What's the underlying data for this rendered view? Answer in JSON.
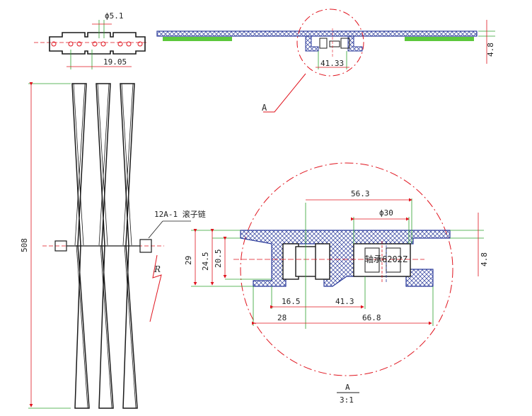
{
  "top_left_view": {
    "dia_label": "ϕ5.1",
    "pitch_label": "19.05"
  },
  "top_right_view": {
    "width_label": "41.33",
    "thickness_label": "4.8",
    "detail_callout": "A"
  },
  "side_view": {
    "length_label": "508",
    "chain_label": "12A-1 滚子链",
    "radius_label": "R"
  },
  "detail_view": {
    "dim_56_3": "56.3",
    "dim_phi30": "ϕ30",
    "dim_29": "29",
    "dim_24_5": "24.5",
    "dim_20_5": "20.5",
    "dim_4_8": "4.8",
    "bearing_label": "轴承6202Z",
    "dim_16_5": "16.5",
    "dim_41_3": "41.3",
    "dim_28": "28",
    "dim_66_8": "66.8",
    "detail_name": "A",
    "scale": "3:1"
  },
  "colors": {
    "outline": "#1a1a1a",
    "dimension": "#e0141e",
    "extension": "#2da02d",
    "hatch": "#2a3a9a",
    "green_fill": "#5cc83c"
  }
}
